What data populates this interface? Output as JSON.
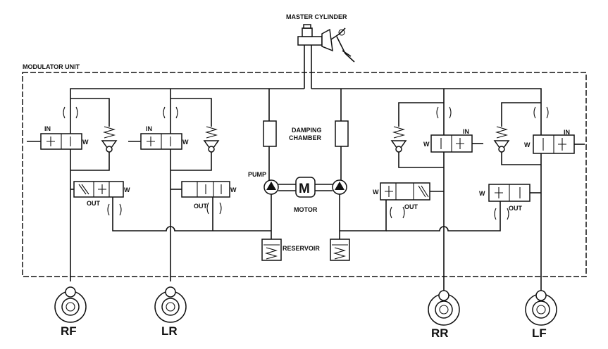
{
  "labels": {
    "master_cylinder": "MASTER CYLINDER",
    "modulator_unit": "MODULATOR UNIT",
    "damping_chamber_1": "DAMPING",
    "damping_chamber_2": "CHAMBER",
    "pump": "PUMP",
    "motor": "MOTOR",
    "motor_symbol": "M",
    "reservoir": "RESERVOIR",
    "in": "IN",
    "out": "OUT",
    "spring": "W"
  },
  "wheels": [
    "RF",
    "LR",
    "RR",
    "LF"
  ]
}
